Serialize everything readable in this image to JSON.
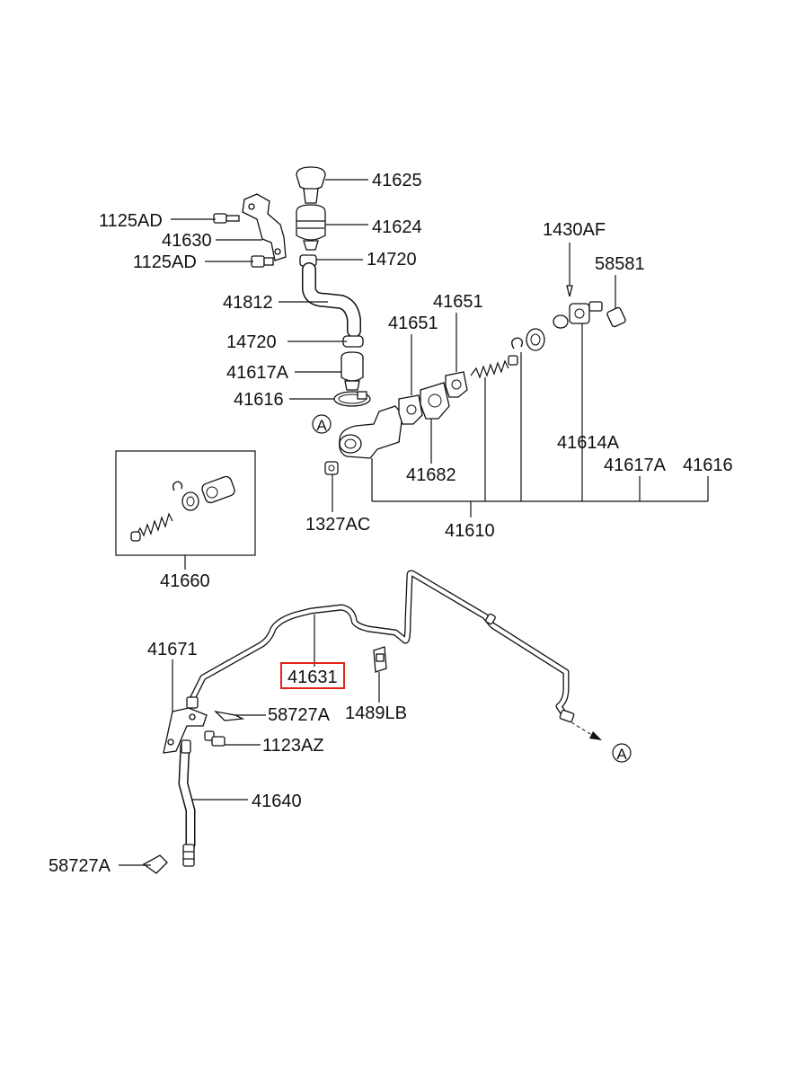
{
  "labels": {
    "p41625": "41625",
    "p41624": "41624",
    "p1125ad_a": "1125AD",
    "p41630": "41630",
    "p1125ad_b": "1125AD",
    "p14720_a": "14720",
    "p41812": "41812",
    "p14720_b": "14720",
    "p41617a_a": "41617A",
    "p41616_a": "41616",
    "p41651_a": "41651",
    "p41651_b": "41651",
    "p1430af": "1430AF",
    "p58581": "58581",
    "p41614a": "41614A",
    "p41617a_b": "41617A",
    "p41616_b": "41616",
    "p41682": "41682",
    "p1327ac": "1327AC",
    "p41610": "41610",
    "p41660": "41660",
    "p41671": "41671",
    "p41631": "41631",
    "p58727a_a": "58727A",
    "p1489lb": "1489LB",
    "p1123az": "1123AZ",
    "p41640": "41640",
    "p58727a_b": "58727A",
    "ref_a1": "A",
    "ref_a2": "A"
  },
  "highlight": {
    "part": "41631",
    "color": "#e0241b"
  }
}
